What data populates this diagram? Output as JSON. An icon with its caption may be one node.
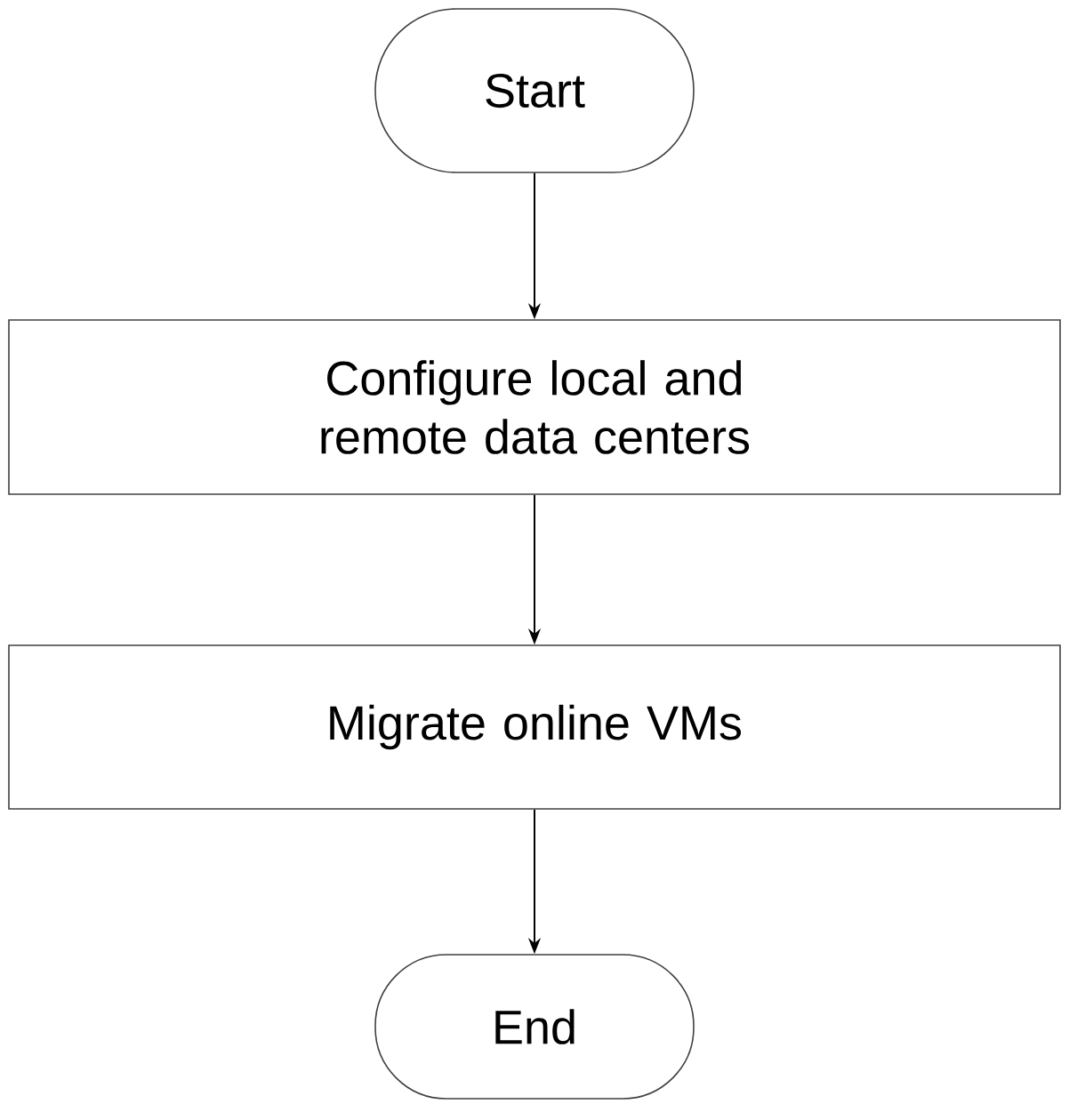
{
  "diagram": {
    "nodes": [
      {
        "text": [
          "Start"
        ]
      },
      {
        "text": [
          "Configure local and remote data centers"
        ]
      },
      {
        "text": [
          "Migrate online VMs"
        ]
      },
      {
        "text": [
          "End"
        ]
      }
    ],
    "edges": [
      {
        "from": 0,
        "to": 1,
        "arrow": "to"
      },
      {
        "from": 1,
        "to": 2,
        "arrow": "to"
      },
      {
        "from": 2,
        "to": 3,
        "arrow": "to"
      }
    ]
  }
}
